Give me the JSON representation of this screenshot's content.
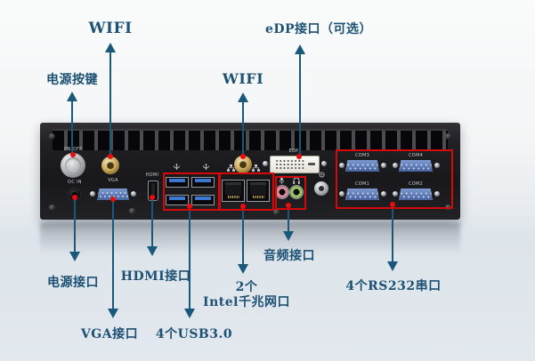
{
  "callouts": {
    "power_button": "电源按键",
    "wifi_1": "WIFI",
    "wifi_2": "WIFI",
    "edp": "eDP接口（可选）",
    "power_in": "电源接口",
    "hdmi": "HDMI接口",
    "vga": "VGA接口",
    "usb": "4个USB3.0",
    "lan_line1": "2个",
    "lan_line2": "Intel千兆网口",
    "audio": "音频接口",
    "rs232": "4个RS232串口"
  },
  "panel_labels": {
    "power_switch": "ON/OFF",
    "dc_in": "DC IN",
    "vga": "VGA",
    "hdmi": "HDMI",
    "edp": "EDP",
    "com": [
      "COM3",
      "COM4",
      "COM1",
      "COM2"
    ]
  },
  "icons": {
    "usb": "usb-trident-icon",
    "lan": "network-icon",
    "mic": "microphone-icon",
    "headphone": "headphone-icon",
    "antenna": "antenna-hole-icon"
  },
  "colors": {
    "annotation_red": "#d40a0a",
    "red_dot": "#ea0d0d",
    "arrow_teal": "#1a587b",
    "label_navy": "#1d5173",
    "usb_blue": "#3b78cf",
    "com_blue": "#5b79b4",
    "mic_pink": "#dd8fa0",
    "headphone_green": "#9ec46a",
    "antenna_gold": "#cfae62",
    "chassis_black": "#1b1b1e"
  }
}
